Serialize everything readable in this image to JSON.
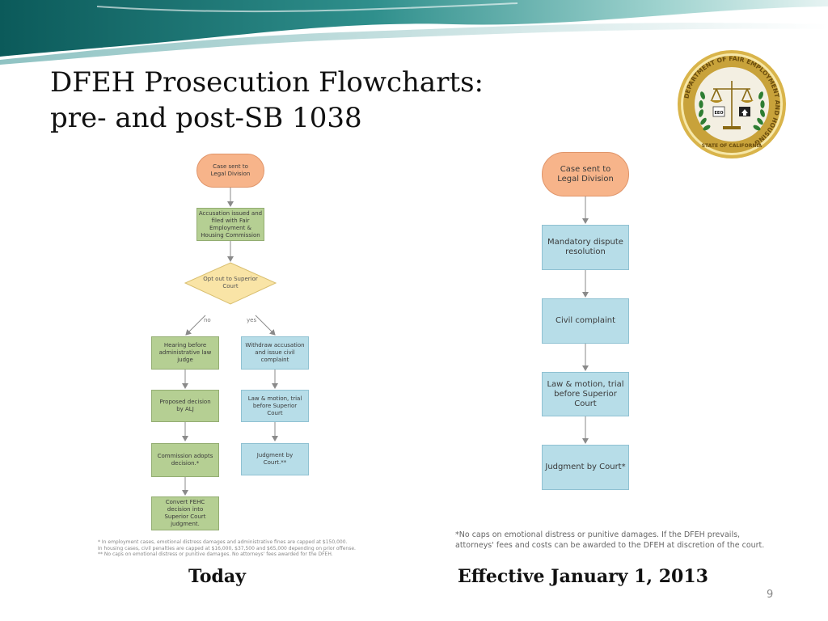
{
  "slide": {
    "title_line1": "DFEH Prosecution Flowcharts:",
    "title_line2": "pre- and post-SB 1038",
    "page_number": "9"
  },
  "seal": {
    "ring_text": "DEPARTMENT OF FAIR EMPLOYMENT AND HOUSING",
    "bottom_text": "STATE OF CALIFORNIA",
    "badge": "EEO",
    "colors": {
      "ring": "#c8a23a",
      "inner": "#f3efe2",
      "laurel": "#2e7d32"
    }
  },
  "left_chart": {
    "caption": "Today",
    "nodes": {
      "start": "Case sent to Legal Division",
      "accusation": "Accusation issued and filed with Fair Employment & Housing Commission",
      "decision": "Opt out to Superior Court",
      "no_label": "no",
      "yes_label": "yes",
      "hearing": "Hearing before administrative law judge",
      "proposed": "Proposed decision by ALJ",
      "adopts": "Commission adopts decision.*",
      "convert": "Convert FEHC decision into Superior Court judgment.",
      "withdraw": "Withdraw accusation and issue civil complaint",
      "law_motion": "Law & motion, trial before Superior Court",
      "judgment": "Judgment by Court.**"
    },
    "footnote_1": "* In employment cases, emotional distress damages and administrative fines are capped at $150,000.",
    "footnote_2": "In housing cases, civil penalties are capped at $16,000, $37,500 and $65,000 depending on prior offense.",
    "footnote_3": "** No caps on emotional distress or punitive damages.  No attorneys' fees awarded for the DFEH."
  },
  "right_chart": {
    "caption": "Effective January 1, 2013",
    "nodes": {
      "start": "Case sent to Legal Division",
      "dispute": "Mandatory dispute resolution",
      "complaint": "Civil complaint",
      "law_motion": "Law & motion, trial before Superior Court",
      "judgment": "Judgment by Court*"
    },
    "footnote_1": "*No caps on emotional distress or punitive damages.  If the DFEH prevails,",
    "footnote_2": "attorneys' fees and costs can be awarded to the DFEH at discretion of the court."
  },
  "colors": {
    "terminal": "#f7b48a",
    "green_step": "#b5cf93",
    "blue_step": "#b7dde8",
    "decision": "#f9e4a6",
    "arrow": "#8a8a8a"
  }
}
